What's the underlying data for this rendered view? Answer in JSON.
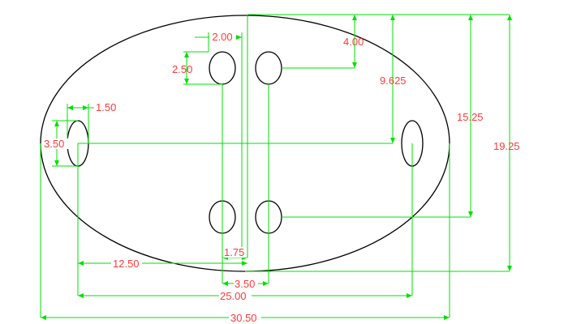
{
  "colors": {
    "outline": "#000000",
    "dimension_line": "#00e000",
    "dimension_text": "#ff3a3a",
    "background": "#ffffff"
  },
  "dimensions": {
    "hole_spacing_top": "2.00",
    "hole_height_top": "2.50",
    "top_offset": "4.00",
    "center_offset": "9.625",
    "side_hole_width": "1.50",
    "side_hole_height": "3.50",
    "lower_holes_offset": "15.25",
    "overall_height": "19.25",
    "half_width_offset": "12.50",
    "gap_bottom": "1.75",
    "hole_pair_span": "3.50",
    "side_hole_span": "25.00",
    "overall_width": "30.50"
  }
}
